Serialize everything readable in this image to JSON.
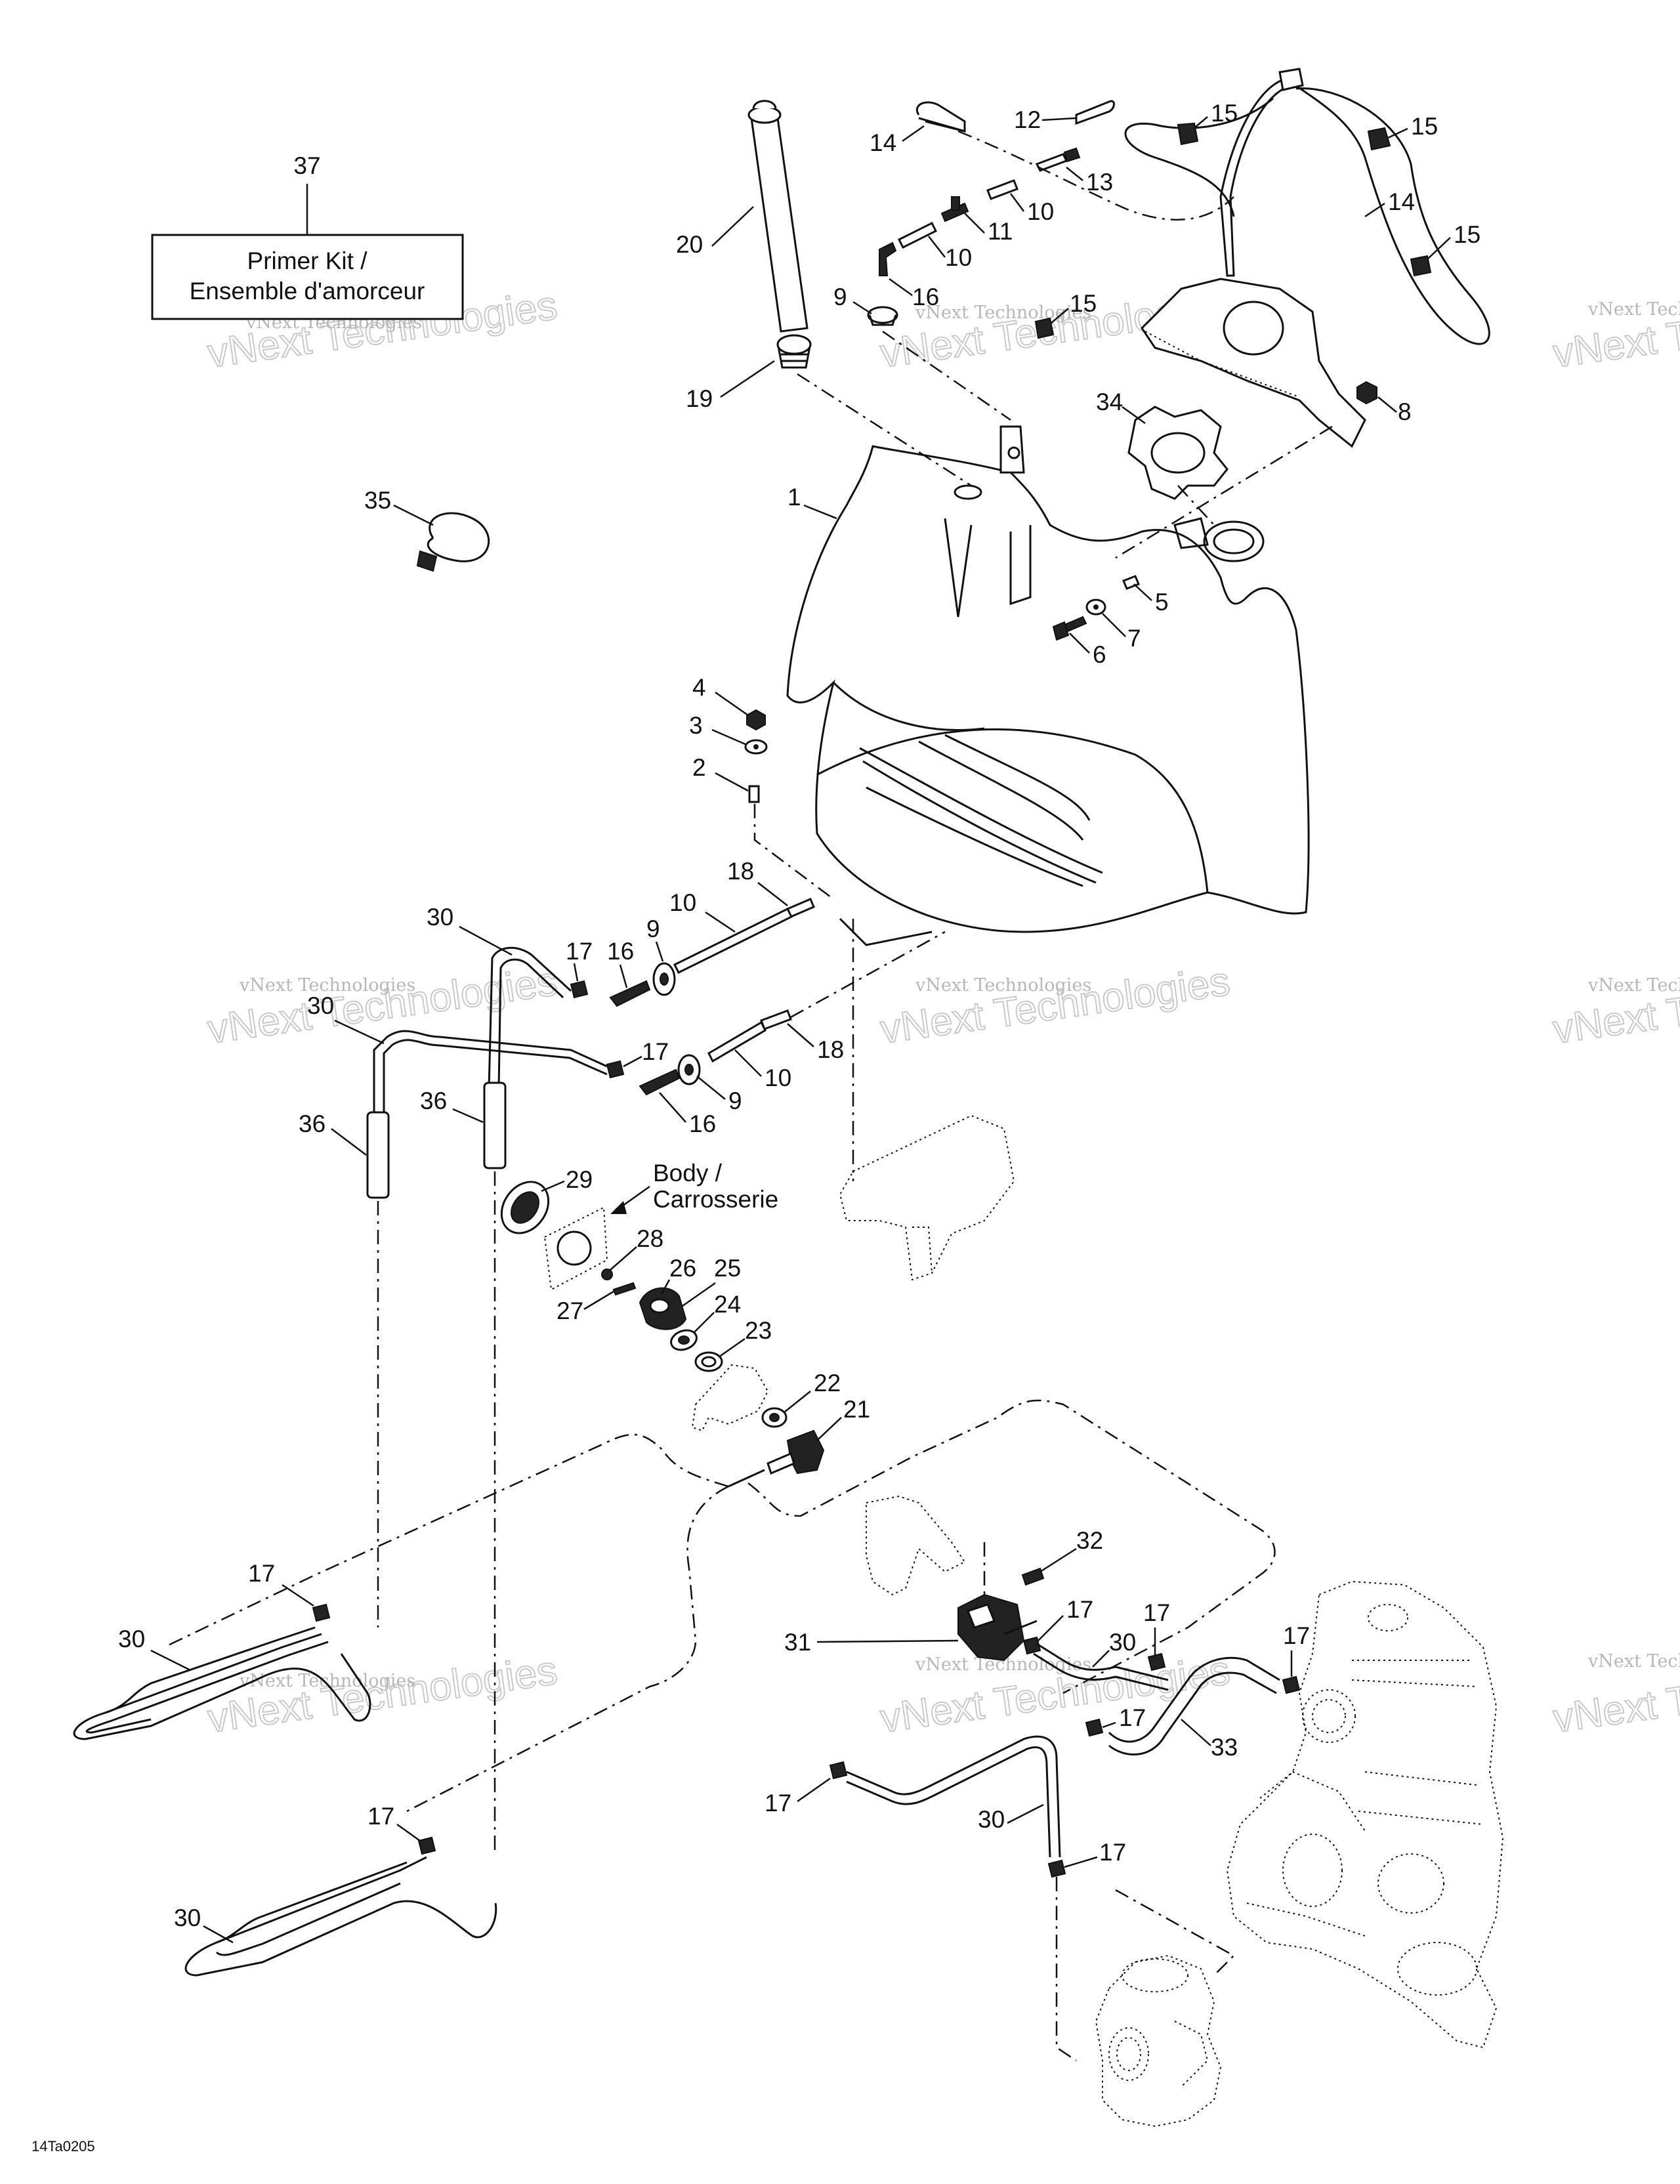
{
  "primer_kit": {
    "line1": "Primer Kit /",
    "line2": "Ensemble d'amorceur",
    "ref": "37"
  },
  "body_label": {
    "line1": "Body /",
    "line2": "Carrosserie"
  },
  "diagram_code": "14Ta0205",
  "watermark": {
    "small": "vNext Technologies",
    "large": "vNext Technologies"
  },
  "callouts": [
    "1",
    "2",
    "3",
    "4",
    "5",
    "6",
    "7",
    "8",
    "9",
    "10",
    "11",
    "12",
    "13",
    "14",
    "15",
    "16",
    "17",
    "18",
    "19",
    "20",
    "21",
    "22",
    "23",
    "24",
    "25",
    "26",
    "27",
    "28",
    "29",
    "30",
    "31",
    "32",
    "33",
    "34",
    "35",
    "36"
  ],
  "colors": {
    "line": "#111111",
    "background": "#ffffff",
    "watermark": "#b7b7b7"
  }
}
